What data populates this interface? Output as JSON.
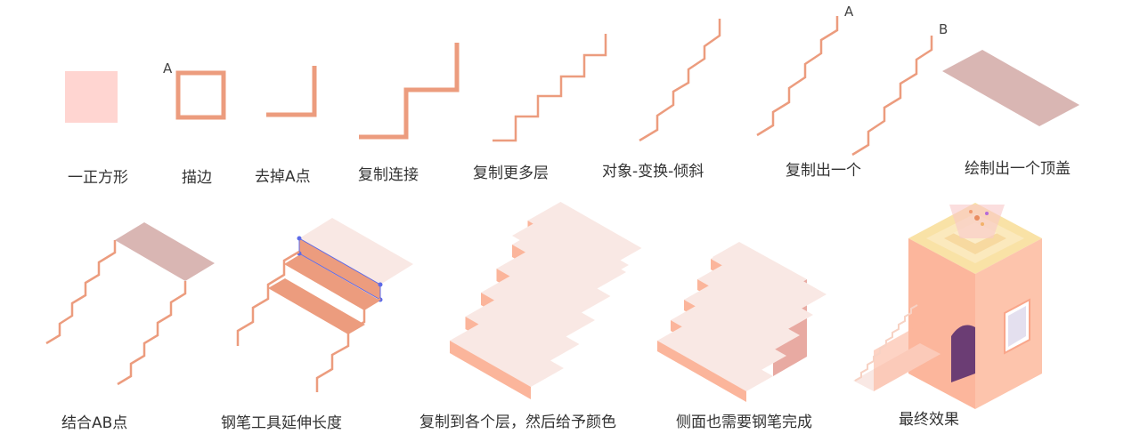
{
  "colors": {
    "pink_square": "#ffd5d1",
    "salmon": "#ec9c7e",
    "salmon_dark": "#e59074",
    "step_top": "#f9e8e4",
    "lid": "#d9b6b3",
    "anchor": "#5c6ae8",
    "building_wall": "#fcb69c",
    "building_roof": "#f9e2a6",
    "door": "#6b3d74"
  },
  "steps": [
    {
      "id": "step-1",
      "label": "一正方形"
    },
    {
      "id": "step-2",
      "label": "描边",
      "marker": "A"
    },
    {
      "id": "step-3",
      "label": "去掉A点"
    },
    {
      "id": "step-4",
      "label": "复制连接"
    },
    {
      "id": "step-5",
      "label": "复制更多层"
    },
    {
      "id": "step-6",
      "label": "对象-变换-倾斜"
    },
    {
      "id": "step-7",
      "label": "复制出一个",
      "marker": "A"
    },
    {
      "id": "step-8",
      "label": "绘制出一个顶盖",
      "marker": "B"
    },
    {
      "id": "step-9",
      "label": "结合AB点"
    },
    {
      "id": "step-10",
      "label": "钢笔工具延伸长度"
    },
    {
      "id": "step-11",
      "label": "复制到各个层，然后给予颜色"
    },
    {
      "id": "step-12",
      "label": "侧面也需要钢笔完成"
    },
    {
      "id": "step-13",
      "label": "最终效果"
    }
  ]
}
